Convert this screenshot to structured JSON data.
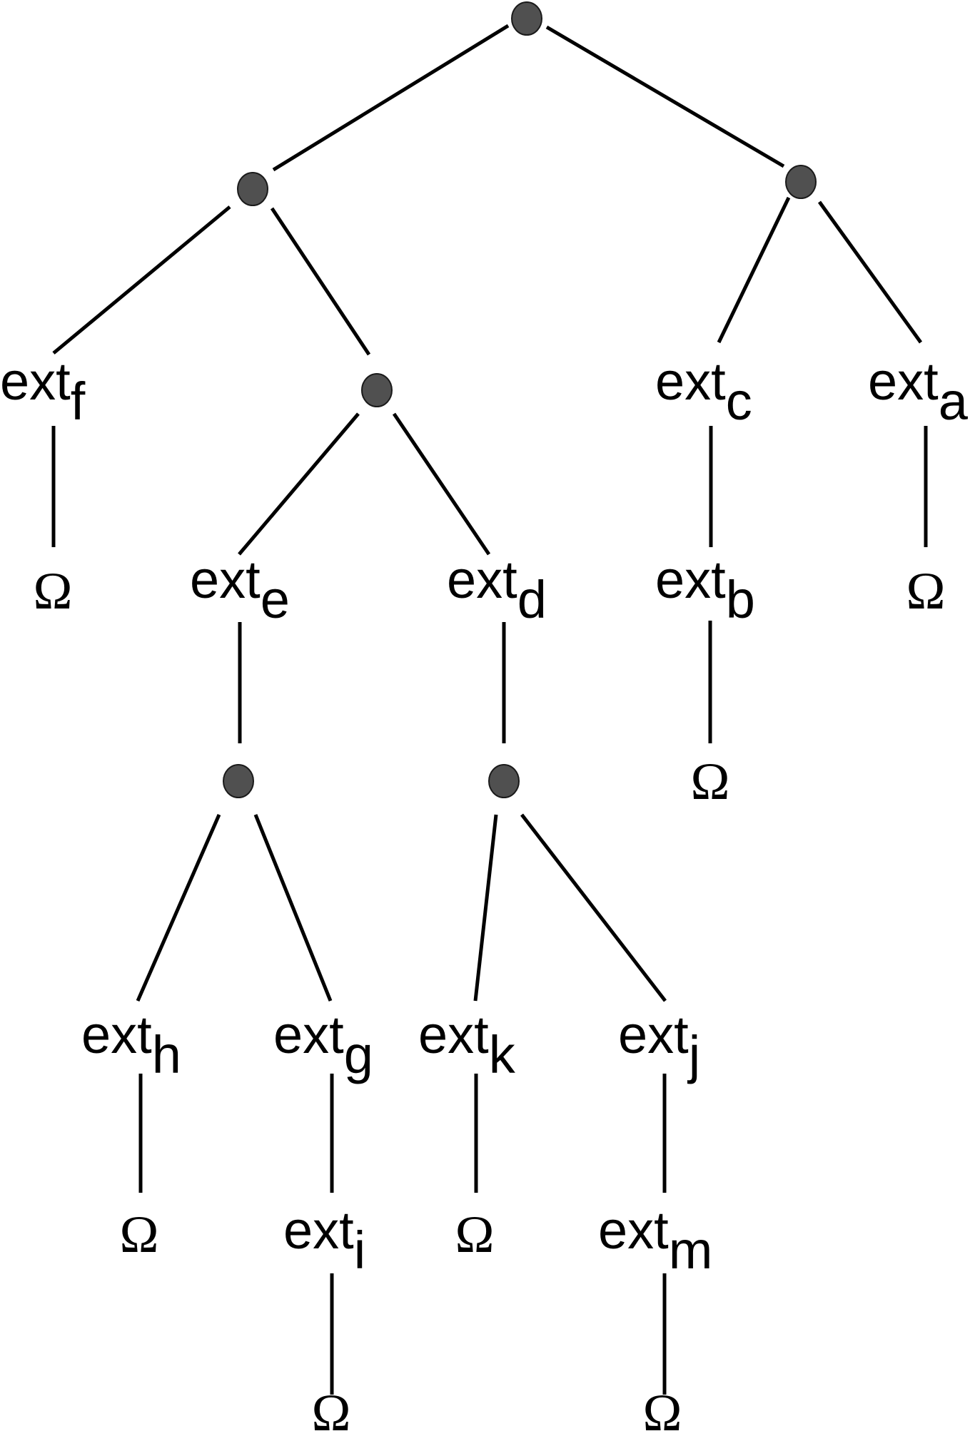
{
  "diagram": {
    "ext_prefix": "ext",
    "terminal_symbol": "Ω",
    "labeled_nodes": [
      {
        "id": "f",
        "subscript": "f"
      },
      {
        "id": "e",
        "subscript": "e"
      },
      {
        "id": "d",
        "subscript": "d"
      },
      {
        "id": "c",
        "subscript": "c"
      },
      {
        "id": "a",
        "subscript": "a"
      },
      {
        "id": "b",
        "subscript": "b"
      },
      {
        "id": "h",
        "subscript": "h"
      },
      {
        "id": "g",
        "subscript": "g"
      },
      {
        "id": "k",
        "subscript": "k"
      },
      {
        "id": "j",
        "subscript": "j"
      },
      {
        "id": "i",
        "subscript": "i"
      },
      {
        "id": "m",
        "subscript": "m"
      }
    ],
    "terminals": [
      "f",
      "a",
      "b",
      "h",
      "k",
      "i",
      "m"
    ],
    "edges": [
      [
        "root",
        "n1"
      ],
      [
        "root",
        "n2"
      ],
      [
        "n1",
        "f"
      ],
      [
        "n1",
        "n3"
      ],
      [
        "n2",
        "c"
      ],
      [
        "n2",
        "a"
      ],
      [
        "n3",
        "e"
      ],
      [
        "n3",
        "d"
      ],
      [
        "c",
        "b"
      ],
      [
        "e",
        "n4"
      ],
      [
        "d",
        "n5"
      ],
      [
        "n4",
        "h"
      ],
      [
        "n4",
        "g"
      ],
      [
        "n5",
        "k"
      ],
      [
        "n5",
        "j"
      ],
      [
        "g",
        "i"
      ],
      [
        "j",
        "m"
      ]
    ]
  }
}
